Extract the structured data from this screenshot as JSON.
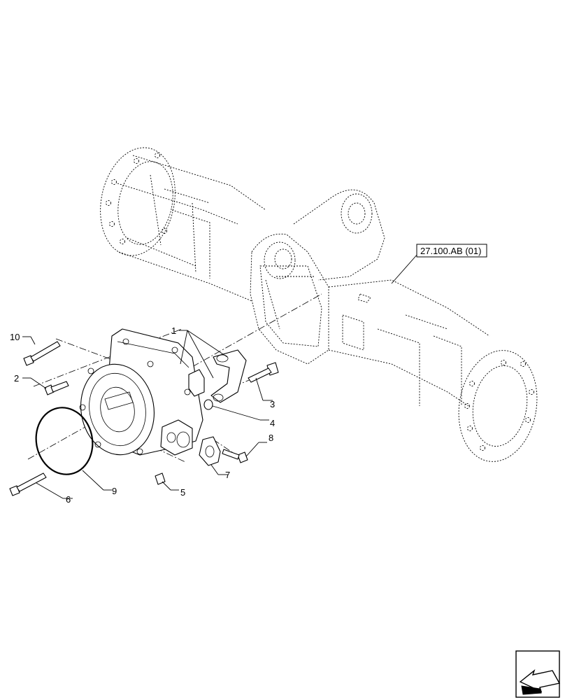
{
  "reference_label": "27.100.AB (01)",
  "callouts": [
    {
      "id": "c1",
      "text": "1"
    },
    {
      "id": "c2",
      "text": "2"
    },
    {
      "id": "c3",
      "text": "3"
    },
    {
      "id": "c4",
      "text": "4"
    },
    {
      "id": "c5",
      "text": "5"
    },
    {
      "id": "c6",
      "text": "6"
    },
    {
      "id": "c7",
      "text": "7"
    },
    {
      "id": "c8",
      "text": "8"
    },
    {
      "id": "c9",
      "text": "9"
    },
    {
      "id": "c10",
      "text": "10"
    }
  ],
  "nav_icon": "next-page-arrow-icon"
}
